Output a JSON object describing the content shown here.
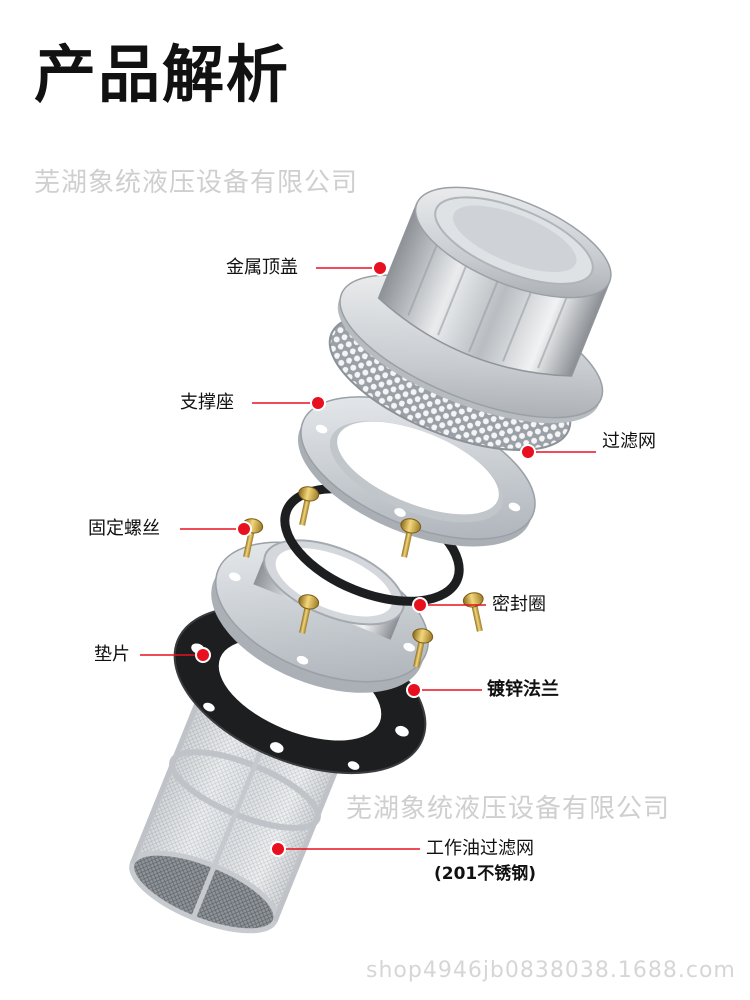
{
  "title": "产品解析",
  "watermark": {
    "company": "芜湖象统液压设备有限公司",
    "shop": "shop4946jb0838038.1688.com"
  },
  "labels": {
    "metal_cap": "金属顶盖",
    "support_seat": "支撑座",
    "filter_screen": "过滤网",
    "fixing_screw": "固定螺丝",
    "seal_ring": "密封圈",
    "gasket": "垫片",
    "galvanized_flange": "镀锌法兰",
    "oil_filter": "工作油过滤网",
    "oil_filter_material": "(201不锈钢)"
  },
  "colors": {
    "callout_dot": "#e8101e",
    "callout_line": "#e8101e",
    "text": "#111111",
    "watermark": "#cfcfcf"
  }
}
